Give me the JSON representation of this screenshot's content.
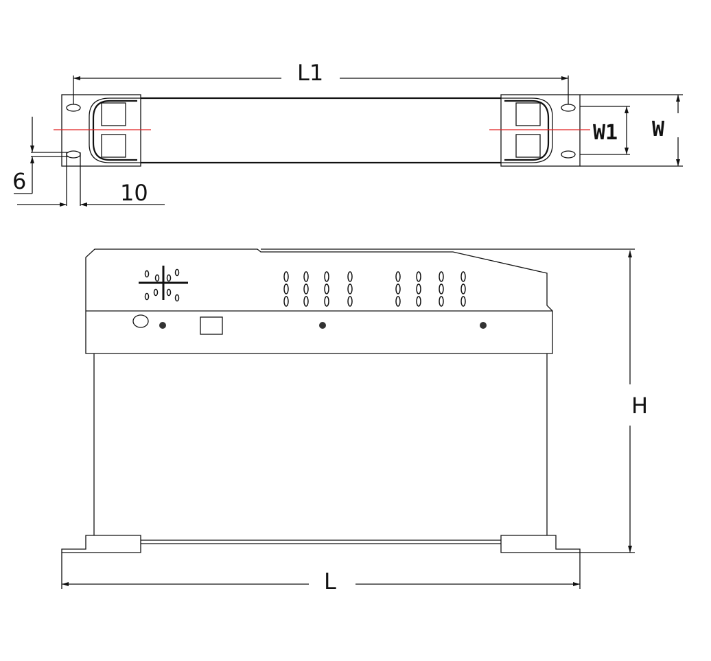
{
  "top_view": {
    "labels": {
      "L1": "L1",
      "W1": "W1",
      "W": "W",
      "hole_offset": "6",
      "hole_spacing": "10"
    }
  },
  "front_view": {
    "labels": {
      "H": "H",
      "L": "L"
    }
  },
  "colors": {
    "line": "#111111",
    "centerline": "#e02020"
  }
}
